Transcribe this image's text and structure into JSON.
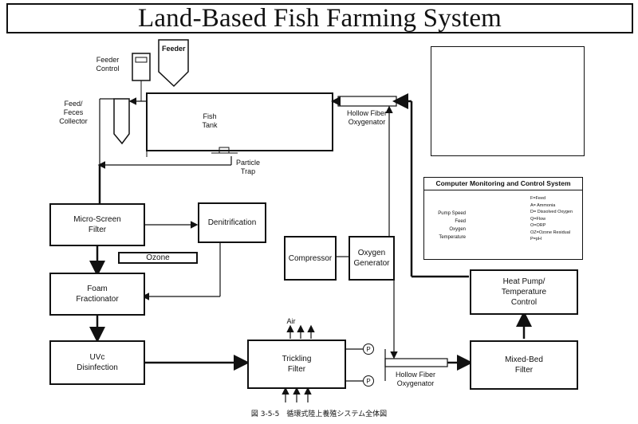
{
  "title": "Land-Based Fish Farming System",
  "caption": "図 3-5-5　循環式陸上養殖システム全体図",
  "nodes": {
    "feeder": "Feeder",
    "feeder_control": "Feeder\nControl",
    "feed_feces_collector": "Feed/\nFeces\nCollector",
    "fish_tank": "Fish\nTank",
    "particle_trap": "Particle\nTrap",
    "hollow_fiber_oxygenator_top": "Hollow Fiber\nOxygenator",
    "micro_screen_filter": "Micro-Screen\nFilter",
    "denitrification": "Denitrification",
    "ozone": "Ozone",
    "foam_fractionator": "Foam\nFractionator",
    "uvc_disinfection": "UVc\nDisinfection",
    "compressor": "Compressor",
    "oxygen_generator": "Oxygen\nGenerator",
    "trickling_filter": "Trickling\nFilter",
    "air": "Air",
    "hollow_fiber_oxygenator_bottom": "Hollow Fiber\nOxygenator",
    "mixed_bed_filter": "Mixed-Bed\nFilter",
    "heat_pump": "Heat Pump/\nTemperature\nControl",
    "pump_symbol": "P"
  },
  "monitoring": {
    "title": "Computer Monitoring and Control System",
    "inputs": [
      "Pump Speed",
      "Feed",
      "Oxygen",
      "Temperature"
    ],
    "legend": [
      "F=Feed",
      "A= Ammonia",
      "D= Dissolved Oxygen",
      "Q=Flow",
      "O=ORP",
      "OZ=Ozone Residual",
      "P=pH"
    ]
  }
}
